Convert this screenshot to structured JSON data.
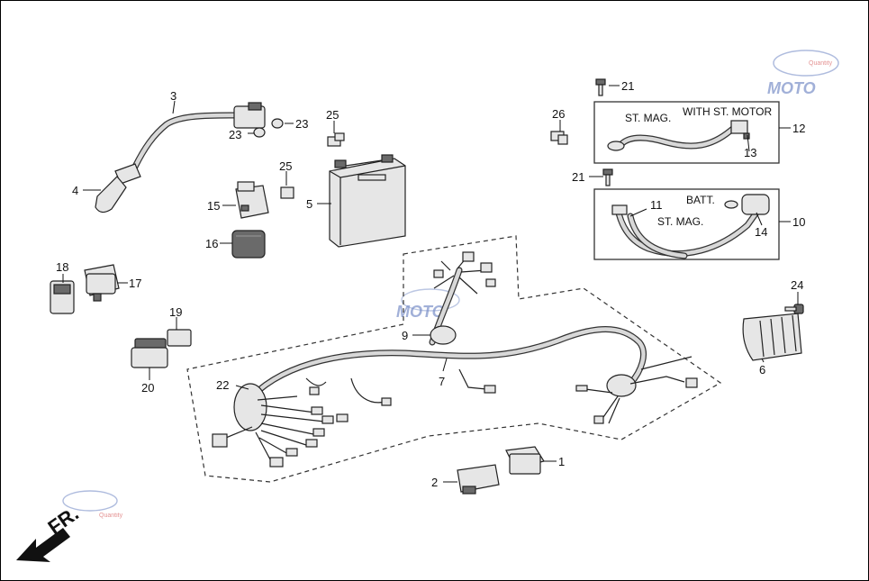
{
  "callouts": {
    "c1": "1",
    "c2": "2",
    "c3": "3",
    "c4": "4",
    "c5": "5",
    "c6": "6",
    "c7": "7",
    "c9": "9",
    "c10": "10",
    "c11": "11",
    "c12": "12",
    "c13": "13",
    "c14": "14",
    "c15": "15",
    "c16": "16",
    "c17": "17",
    "c18": "18",
    "c19": "19",
    "c20": "20",
    "c21a": "21",
    "c21b": "21",
    "c22": "22",
    "c23a": "23",
    "c23b": "23",
    "c24": "24",
    "c25a": "25",
    "c25b": "25",
    "c26": "26"
  },
  "notes": {
    "st_mag_upper": "ST. MAG.",
    "with_st_motor": "WITH ST. MOTOR",
    "batt": "BATT.",
    "st_mag_lower": "ST. MAG."
  },
  "direction_label": "FR.",
  "watermark": {
    "text": "MOTO",
    "subtext": "Quantity",
    "color": "#7a8fc8"
  }
}
